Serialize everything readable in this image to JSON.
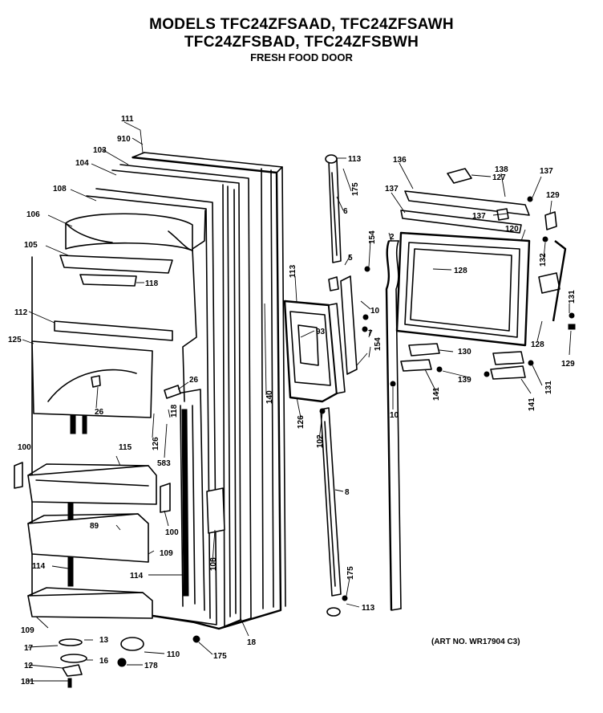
{
  "header": {
    "line1": "MODELS TFC24ZFSAAD, TFC24ZFSAWH",
    "line2": "TFC24ZFSBAD, TFC24ZFSBWH",
    "line3": "FRESH FOOD DOOR"
  },
  "art_number": "(ART NO. WR17904 C3)",
  "callouts": {
    "c111": "111",
    "c910": "910",
    "c103": "103",
    "c104": "104",
    "c108a": "108",
    "c106": "106",
    "c105": "105",
    "c118a": "118",
    "c112": "112",
    "c125": "125",
    "c26a": "26",
    "c26b": "26",
    "c118b": "118",
    "c126a": "126",
    "c583": "583",
    "c100a": "100",
    "c115": "115",
    "c100b": "100",
    "c89": "89",
    "c109a": "109",
    "c114a": "114",
    "c114b": "114",
    "c108b": "108",
    "c109b": "109",
    "c13": "13",
    "c17": "17",
    "c16": "16",
    "c12": "12",
    "c181": "181",
    "c110": "110",
    "c178": "178",
    "c175a": "175",
    "c18": "18",
    "c113a": "113",
    "c175b": "175",
    "c6": "6",
    "c5": "5",
    "c154a": "154",
    "c10a": "10",
    "c7": "7",
    "c154b": "154",
    "c113b": "113",
    "c93": "93",
    "c140": "140",
    "c126b": "126",
    "c102": "102",
    "c8": "8",
    "c175c": "175",
    "c113c": "113",
    "c136": "136",
    "c137a": "137",
    "c2": "2",
    "c127": "127",
    "c138": "138",
    "c137b": "137",
    "c137c": "137",
    "c129a": "129",
    "c120": "120",
    "c128a": "128",
    "c132": "132",
    "c131a": "131",
    "c128b": "128",
    "c129b": "129",
    "c130": "130",
    "c139": "139",
    "c131b": "131",
    "c141a": "141",
    "c141b": "141",
    "c10b": "10"
  }
}
